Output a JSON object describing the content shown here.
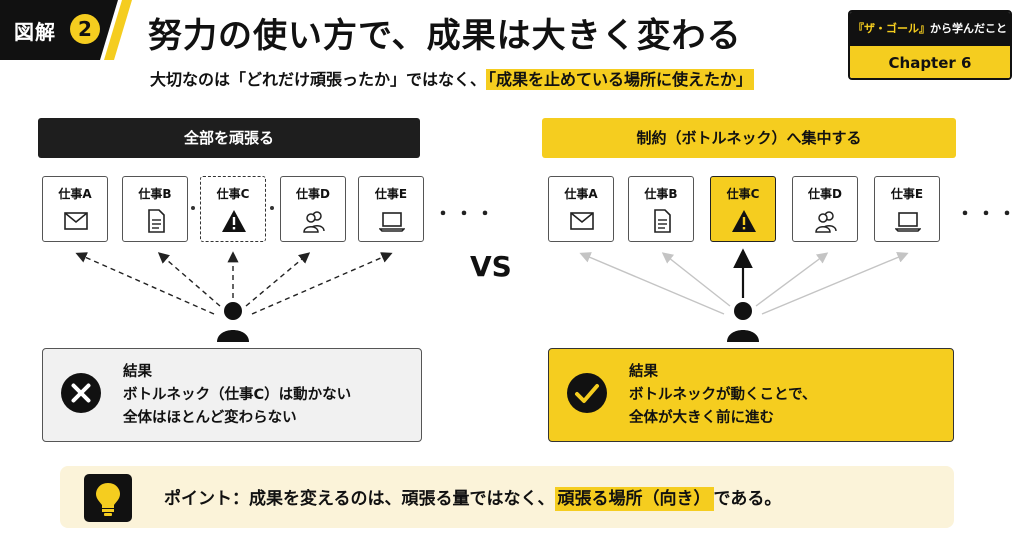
{
  "header": {
    "tag_label": "図解",
    "tag_number": "2",
    "title": "努力の使い方で、成果は大きく変わる",
    "subtitle_plain": "大切なのは「どれだけ頑張ったか」ではなく、",
    "subtitle_highlight": "「成果を止めている場所に使えたか」",
    "chapter_book": "『ザ・ゴール』",
    "chapter_suffix": "から学んだこと",
    "chapter_label": "Chapter 6"
  },
  "left_panel": {
    "heading": "全部を頑張る",
    "tasks": [
      {
        "label": "仕事A",
        "icon": "envelope-icon"
      },
      {
        "label": "仕事B",
        "icon": "document-icon"
      },
      {
        "label": "仕事C",
        "icon": "warning-icon"
      },
      {
        "label": "仕事D",
        "icon": "people-icon"
      },
      {
        "label": "仕事E",
        "icon": "laptop-icon"
      }
    ],
    "ellipsis": "…",
    "result_title": "結果",
    "result_line1": "ボトルネック（仕事C）は動かない",
    "result_line2": "全体はほとんど変わらない",
    "result_icon": "cross-circle-icon"
  },
  "vs_label": "VS",
  "right_panel": {
    "heading": "制約（ボトルネック）へ集中する",
    "tasks": [
      {
        "label": "仕事A",
        "icon": "envelope-icon"
      },
      {
        "label": "仕事B",
        "icon": "document-icon"
      },
      {
        "label": "仕事C",
        "icon": "warning-icon"
      },
      {
        "label": "仕事D",
        "icon": "people-icon"
      },
      {
        "label": "仕事E",
        "icon": "laptop-icon"
      }
    ],
    "ellipsis": "…",
    "result_title": "結果",
    "result_line1": "ボトルネックが動くことで、",
    "result_line2": "全体が大きく前に進む",
    "result_icon": "check-circle-icon"
  },
  "point": {
    "icon": "lightbulb-icon",
    "text_plain": "ポイント：成果を変えるのは、頑張る量ではなく、",
    "text_highlight": "頑張る場所（向き）",
    "text_end": "である。"
  },
  "colors": {
    "accent": "#f5cd1f",
    "dark": "#111111",
    "light_bg": "#f1f1f1",
    "point_bg": "#fbf3d9"
  }
}
